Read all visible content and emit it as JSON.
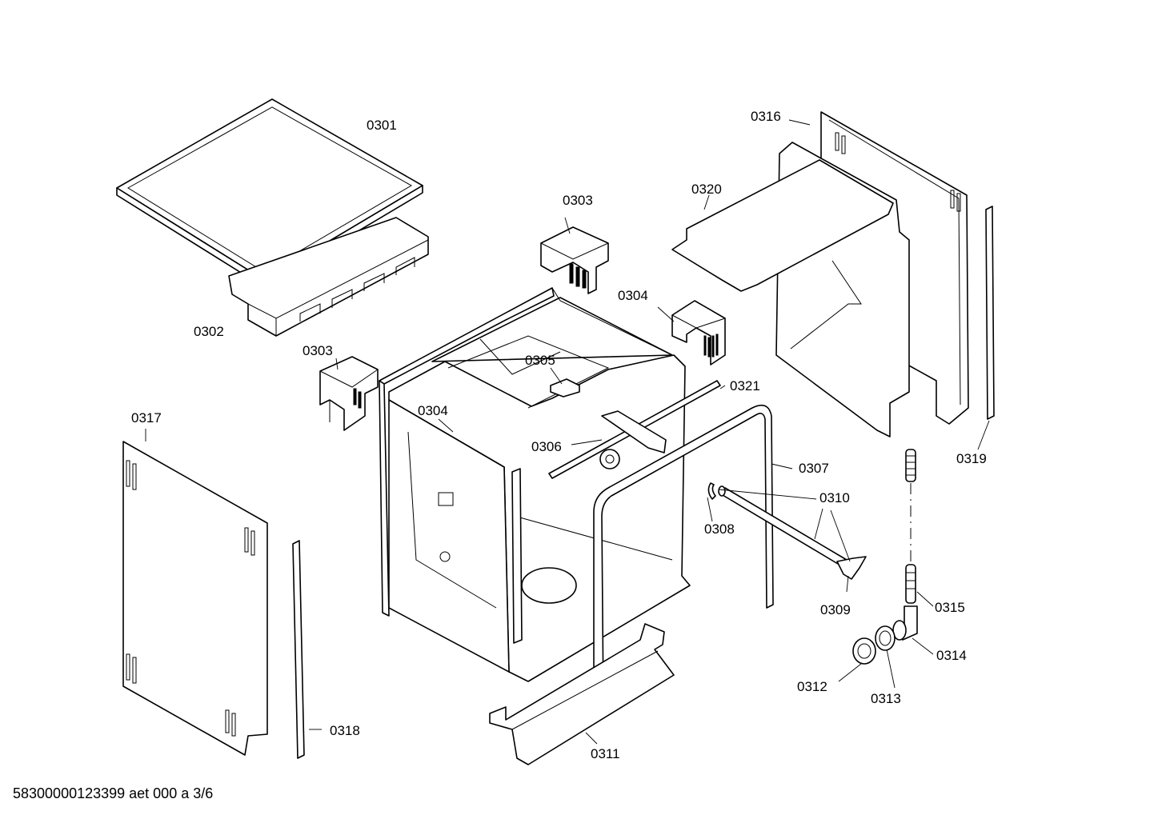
{
  "footer": {
    "document_id": "58300000123399 aet 000 a 3/6"
  },
  "parts": [
    {
      "key": "p0301",
      "number": "0301"
    },
    {
      "key": "p0302",
      "number": "0302"
    },
    {
      "key": "p0303a",
      "number": "0303"
    },
    {
      "key": "p0303b",
      "number": "0303"
    },
    {
      "key": "p0304a",
      "number": "0304"
    },
    {
      "key": "p0304b",
      "number": "0304"
    },
    {
      "key": "p0305",
      "number": "0305"
    },
    {
      "key": "p0306",
      "number": "0306"
    },
    {
      "key": "p0307",
      "number": "0307"
    },
    {
      "key": "p0308",
      "number": "0308"
    },
    {
      "key": "p0309",
      "number": "0309"
    },
    {
      "key": "p0310",
      "number": "0310"
    },
    {
      "key": "p0311",
      "number": "0311"
    },
    {
      "key": "p0312",
      "number": "0312"
    },
    {
      "key": "p0313",
      "number": "0313"
    },
    {
      "key": "p0314",
      "number": "0314"
    },
    {
      "key": "p0315",
      "number": "0315"
    },
    {
      "key": "p0316",
      "number": "0316"
    },
    {
      "key": "p0317",
      "number": "0317"
    },
    {
      "key": "p0318",
      "number": "0318"
    },
    {
      "key": "p0319",
      "number": "0319"
    },
    {
      "key": "p0320",
      "number": "0320"
    },
    {
      "key": "p0321",
      "number": "0321"
    }
  ]
}
